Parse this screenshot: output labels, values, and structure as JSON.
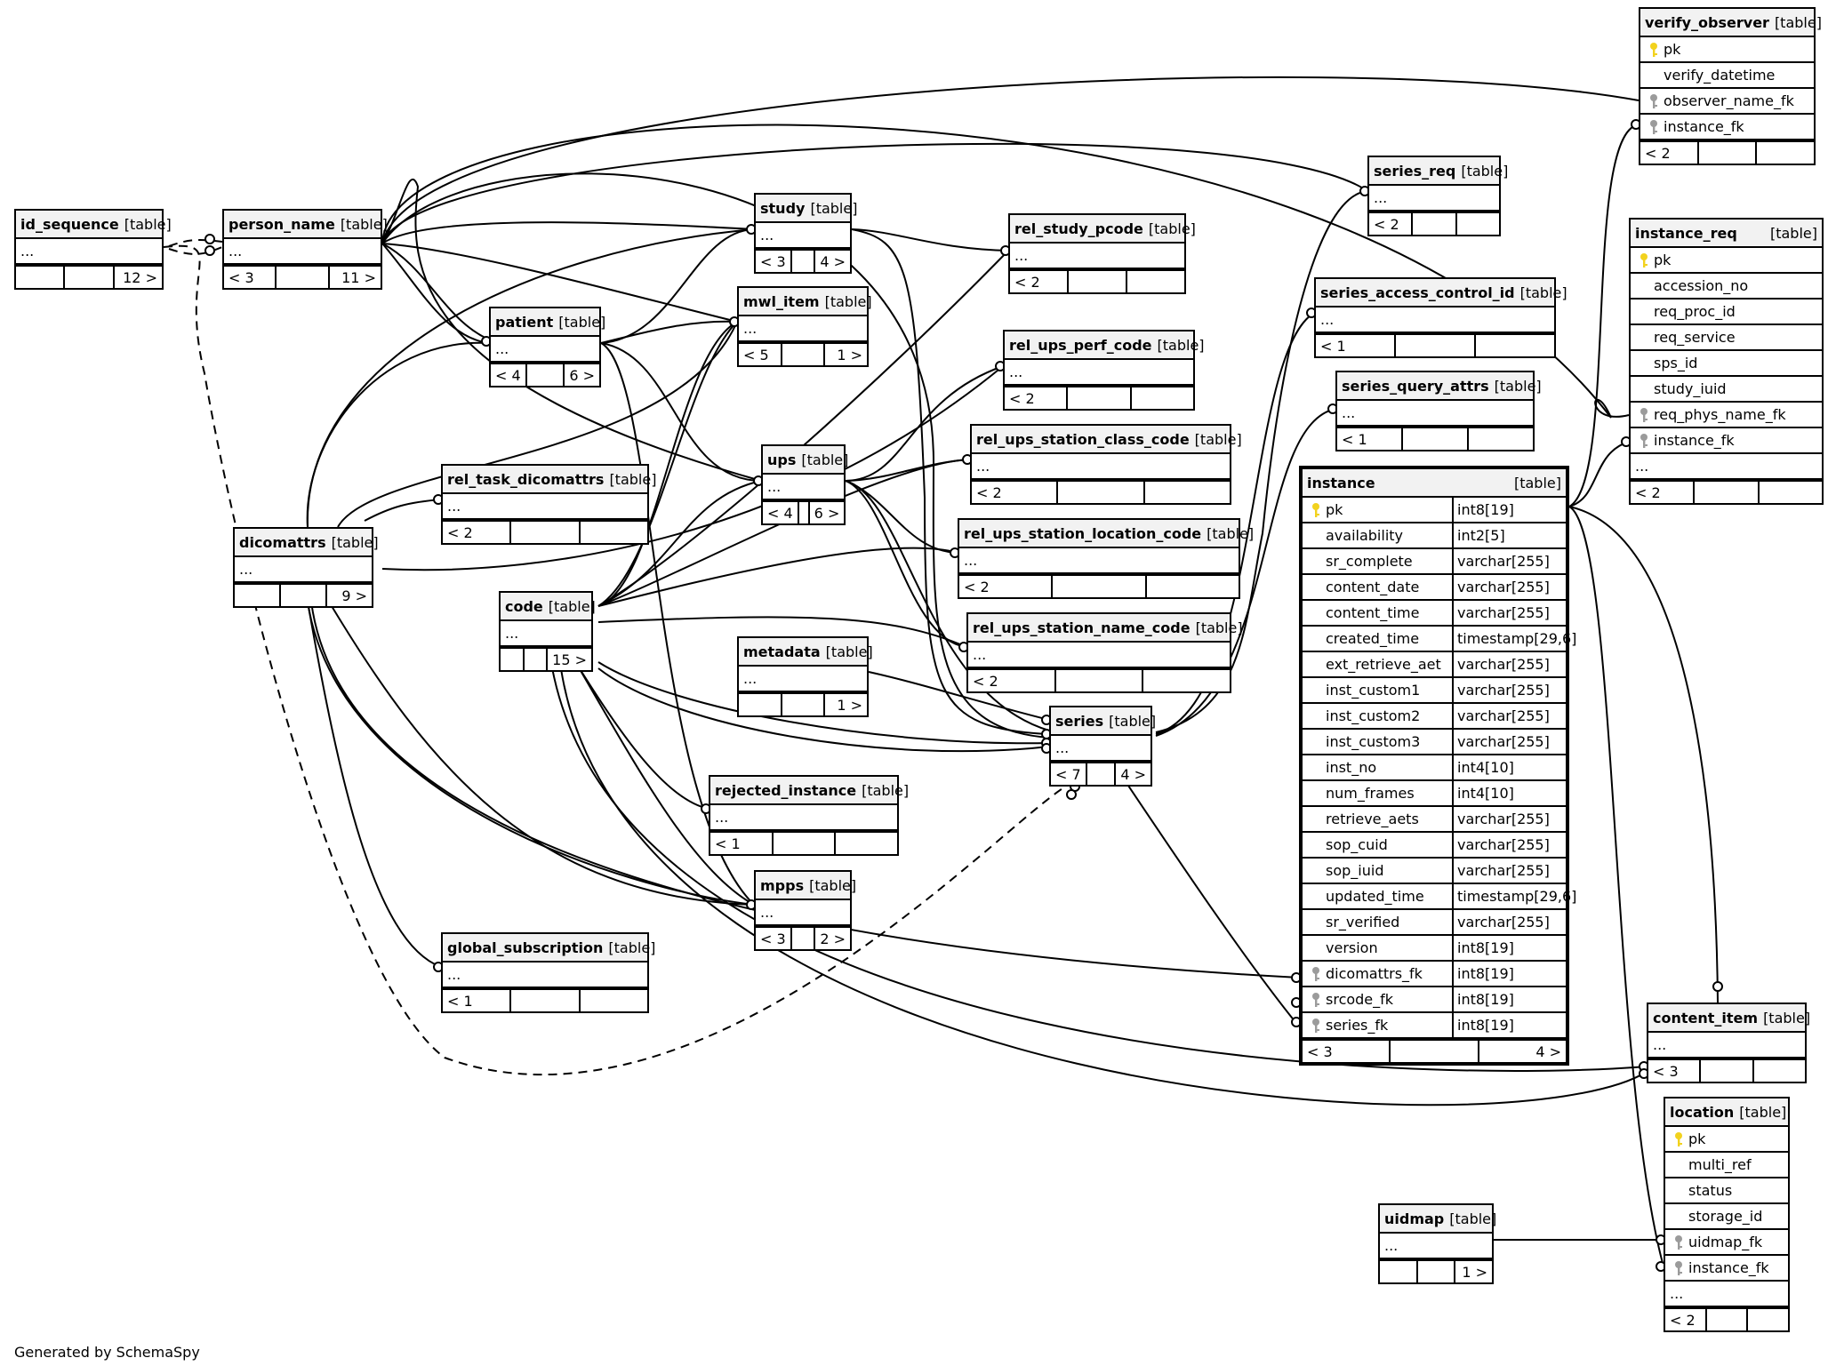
{
  "tables": {
    "id_sequence": {
      "name": "id_sequence",
      "type": "[table]",
      "ellipsis": "...",
      "footer": [
        "",
        "",
        "12 >"
      ]
    },
    "person_name": {
      "name": "person_name",
      "type": "[table]",
      "ellipsis": "...",
      "footer": [
        "< 3",
        "",
        "11 >"
      ]
    },
    "study": {
      "name": "study",
      "type": "[table]",
      "ellipsis": "...",
      "footer": [
        "< 3",
        "",
        "4 >"
      ]
    },
    "rel_study_pcode": {
      "name": "rel_study_pcode",
      "type": "[table]",
      "ellipsis": "...",
      "footer": [
        "< 2",
        "",
        ""
      ]
    },
    "patient": {
      "name": "patient",
      "type": "[table]",
      "ellipsis": "...",
      "footer": [
        "< 4",
        "",
        "6 >"
      ]
    },
    "mwl_item": {
      "name": "mwl_item",
      "type": "[table]",
      "ellipsis": "...",
      "footer": [
        "< 5",
        "",
        "1 >"
      ]
    },
    "rel_ups_perf_code": {
      "name": "rel_ups_perf_code",
      "type": "[table]",
      "ellipsis": "...",
      "footer": [
        "< 2",
        "",
        ""
      ]
    },
    "ups": {
      "name": "ups",
      "type": "[table]",
      "ellipsis": "...",
      "footer": [
        "< 4",
        "",
        "6 >"
      ]
    },
    "rel_ups_station_class_code": {
      "name": "rel_ups_station_class_code",
      "type": "[table]",
      "ellipsis": "...",
      "footer": [
        "< 2",
        "",
        ""
      ]
    },
    "rel_task_dicomattrs": {
      "name": "rel_task_dicomattrs",
      "type": "[table]",
      "ellipsis": "...",
      "footer": [
        "< 2",
        "",
        ""
      ]
    },
    "rel_ups_station_location_code": {
      "name": "rel_ups_station_location_code",
      "type": "[table]",
      "ellipsis": "...",
      "footer": [
        "< 2",
        "",
        ""
      ]
    },
    "dicomattrs": {
      "name": "dicomattrs",
      "type": "[table]",
      "ellipsis": "...",
      "footer": [
        "",
        "",
        "9 >"
      ]
    },
    "code": {
      "name": "code",
      "type": "[table]",
      "ellipsis": "...",
      "footer": [
        "",
        "",
        "15 >"
      ]
    },
    "rel_ups_station_name_code": {
      "name": "rel_ups_station_name_code",
      "type": "[table]",
      "ellipsis": "...",
      "footer": [
        "< 2",
        "",
        ""
      ]
    },
    "metadata": {
      "name": "metadata",
      "type": "[table]",
      "ellipsis": "...",
      "footer": [
        "",
        "",
        "1 >"
      ]
    },
    "series": {
      "name": "series",
      "type": "[table]",
      "ellipsis": "...",
      "footer": [
        "< 7",
        "",
        "4 >"
      ]
    },
    "rejected_instance": {
      "name": "rejected_instance",
      "type": "[table]",
      "ellipsis": "...",
      "footer": [
        "< 1",
        "",
        ""
      ]
    },
    "mpps": {
      "name": "mpps",
      "type": "[table]",
      "ellipsis": "...",
      "footer": [
        "< 3",
        "",
        "2 >"
      ]
    },
    "global_subscription": {
      "name": "global_subscription",
      "type": "[table]",
      "ellipsis": "...",
      "footer": [
        "< 1",
        "",
        ""
      ]
    },
    "series_req": {
      "name": "series_req",
      "type": "[table]",
      "ellipsis": "...",
      "footer": [
        "< 2",
        "",
        ""
      ]
    },
    "series_access_control_id": {
      "name": "series_access_control_id",
      "type": "[table]",
      "ellipsis": "...",
      "footer": [
        "< 1",
        "",
        ""
      ]
    },
    "series_query_attrs": {
      "name": "series_query_attrs",
      "type": "[table]",
      "ellipsis": "...",
      "footer": [
        "< 1",
        "",
        ""
      ]
    },
    "uidmap": {
      "name": "uidmap",
      "type": "[table]",
      "ellipsis": "...",
      "footer": [
        "",
        "",
        "1 >"
      ]
    },
    "verify_observer": {
      "name": "verify_observer",
      "type": "[table]",
      "columns": [
        {
          "name": "pk",
          "key": "pk"
        },
        {
          "name": "verify_datetime",
          "key": ""
        },
        {
          "name": "observer_name_fk",
          "key": "fk"
        },
        {
          "name": "instance_fk",
          "key": "fk"
        }
      ],
      "footer": [
        "< 2",
        "",
        ""
      ]
    },
    "instance_req": {
      "name": "instance_req",
      "type": "[table]",
      "columns": [
        {
          "name": "pk",
          "key": "pk"
        },
        {
          "name": "accession_no",
          "key": ""
        },
        {
          "name": "req_proc_id",
          "key": ""
        },
        {
          "name": "req_service",
          "key": ""
        },
        {
          "name": "sps_id",
          "key": ""
        },
        {
          "name": "study_iuid",
          "key": ""
        },
        {
          "name": "req_phys_name_fk",
          "key": "fk"
        },
        {
          "name": "instance_fk",
          "key": "fk"
        }
      ],
      "ellipsis": "...",
      "footer": [
        "< 2",
        "",
        ""
      ]
    },
    "instance": {
      "name": "instance",
      "type": "[table]",
      "columns": [
        {
          "name": "pk",
          "key": "pk",
          "type": "int8[19]"
        },
        {
          "name": "availability",
          "key": "",
          "type": "int2[5]"
        },
        {
          "name": "sr_complete",
          "key": "",
          "type": "varchar[255]"
        },
        {
          "name": "content_date",
          "key": "",
          "type": "varchar[255]"
        },
        {
          "name": "content_time",
          "key": "",
          "type": "varchar[255]"
        },
        {
          "name": "created_time",
          "key": "",
          "type": "timestamp[29,6]"
        },
        {
          "name": "ext_retrieve_aet",
          "key": "",
          "type": "varchar[255]"
        },
        {
          "name": "inst_custom1",
          "key": "",
          "type": "varchar[255]"
        },
        {
          "name": "inst_custom2",
          "key": "",
          "type": "varchar[255]"
        },
        {
          "name": "inst_custom3",
          "key": "",
          "type": "varchar[255]"
        },
        {
          "name": "inst_no",
          "key": "",
          "type": "int4[10]"
        },
        {
          "name": "num_frames",
          "key": "",
          "type": "int4[10]"
        },
        {
          "name": "retrieve_aets",
          "key": "",
          "type": "varchar[255]"
        },
        {
          "name": "sop_cuid",
          "key": "",
          "type": "varchar[255]"
        },
        {
          "name": "sop_iuid",
          "key": "",
          "type": "varchar[255]"
        },
        {
          "name": "updated_time",
          "key": "",
          "type": "timestamp[29,6]"
        },
        {
          "name": "sr_verified",
          "key": "",
          "type": "varchar[255]"
        },
        {
          "name": "version",
          "key": "",
          "type": "int8[19]"
        },
        {
          "name": "dicomattrs_fk",
          "key": "fk",
          "type": "int8[19]"
        },
        {
          "name": "srcode_fk",
          "key": "fk",
          "type": "int8[19]"
        },
        {
          "name": "series_fk",
          "key": "fk",
          "type": "int8[19]"
        }
      ],
      "footer": [
        "< 3",
        "",
        "4 >"
      ]
    },
    "content_item": {
      "name": "content_item",
      "type": "[table]",
      "ellipsis": "...",
      "footer": [
        "< 3",
        "",
        ""
      ]
    },
    "location": {
      "name": "location",
      "type": "[table]",
      "columns": [
        {
          "name": "pk",
          "key": "pk"
        },
        {
          "name": "multi_ref",
          "key": ""
        },
        {
          "name": "status",
          "key": ""
        },
        {
          "name": "storage_id",
          "key": ""
        },
        {
          "name": "uidmap_fk",
          "key": "fk"
        },
        {
          "name": "instance_fk",
          "key": "fk"
        }
      ],
      "ellipsis": "...",
      "footer": [
        "< 2",
        "",
        ""
      ]
    }
  },
  "colors": {
    "pk_key": "#f2d21e",
    "fk_key": "#9b9b9b",
    "header_bg": "#f2f2f2",
    "line": "#000000"
  },
  "icons": {
    "pk": "primary-key-icon",
    "fk": "foreign-key-icon"
  },
  "footer_credit": "Generated by SchemaSpy"
}
